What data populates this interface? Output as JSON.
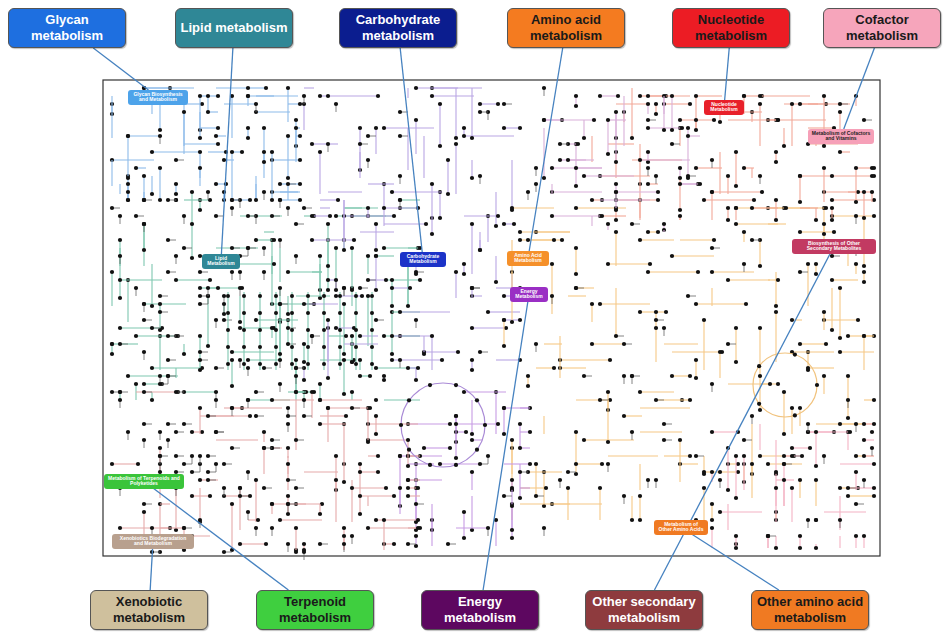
{
  "diagram": {
    "nodes": [
      {
        "text": [
          "Glycan metabolism"
        ]
      },
      {
        "text": [
          "Lipid metabolism"
        ]
      },
      {
        "text": [
          "Carbohydrate metabolism"
        ]
      },
      {
        "text": [
          "Amino acid metabolism"
        ]
      },
      {
        "text": [
          "Nucleotide metabolism"
        ]
      },
      {
        "text": [
          "Cofactor metabolism"
        ]
      },
      {
        "text": [
          "Xenobiotic metabolism"
        ]
      },
      {
        "text": [
          "Terpenoid metabolism"
        ]
      },
      {
        "text": [
          "Energy metabolism"
        ]
      },
      {
        "text": [
          "Other secondary metabolism"
        ]
      },
      {
        "text": [
          "Other amino acid metabolism"
        ]
      },
      {
        "text": [
          "Glycan Biosynthesis and Metabolism"
        ]
      },
      {
        "text": [
          "Nucleotide Metabolism"
        ]
      },
      {
        "text": [
          "Metabolism of Cofactors and Vitamins"
        ]
      },
      {
        "text": [
          "Lipid Metabolism"
        ]
      },
      {
        "text": [
          "Carbohydrate Metabolism"
        ]
      },
      {
        "text": [
          "Amino Acid Metabolism"
        ]
      },
      {
        "text": [
          "Biosynthesis of Other Secondary Metabolites"
        ]
      },
      {
        "text": [
          "Energy Metabolism"
        ]
      },
      {
        "text": [
          "Metabolism of Terpenoids and Polyketides"
        ]
      },
      {
        "text": [
          "Xenobiotics Biodegradation and Metabolism"
        ]
      },
      {
        "text": [
          "Metabolism of Other Amino Acids"
        ]
      }
    ],
    "edges": [
      {
        "from": 0,
        "to": 11,
        "arrow": "none"
      },
      {
        "from": 1,
        "to": 14,
        "arrow": "none"
      },
      {
        "from": 2,
        "to": 15,
        "arrow": "none"
      },
      {
        "from": 3,
        "to": 16,
        "arrow": "none"
      },
      {
        "from": 4,
        "to": 12,
        "arrow": "none"
      },
      {
        "from": 5,
        "to": 13,
        "arrow": "none"
      },
      {
        "from": 6,
        "to": 20,
        "arrow": "none"
      },
      {
        "from": 7,
        "to": 19,
        "arrow": "none"
      },
      {
        "from": 8,
        "to": 18,
        "arrow": "none"
      },
      {
        "from": 9,
        "to": 17,
        "arrow": "none"
      },
      {
        "from": 10,
        "to": 21,
        "arrow": "none"
      }
    ]
  }
}
